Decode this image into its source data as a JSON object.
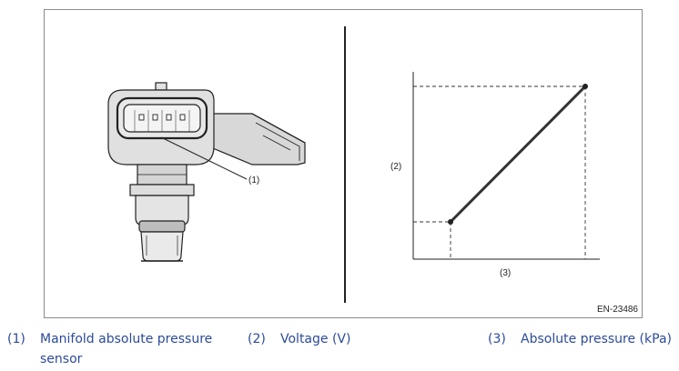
{
  "figure": {
    "id": "EN-23486",
    "sensor_callout": "(1)",
    "graph": {
      "y_label": "(2)",
      "x_label": "(3)"
    }
  },
  "legend": {
    "items": [
      {
        "num": "(1)",
        "text": "Manifold absolute pressure sensor"
      },
      {
        "num": "(2)",
        "text": "Voltage (V)"
      },
      {
        "num": "(3)",
        "text": "Absolute pressure (kPa)"
      }
    ]
  },
  "colors": {
    "legend_text": "#2b4a9b",
    "sensor_gray": "#dcdcdc",
    "line": "#333333"
  }
}
